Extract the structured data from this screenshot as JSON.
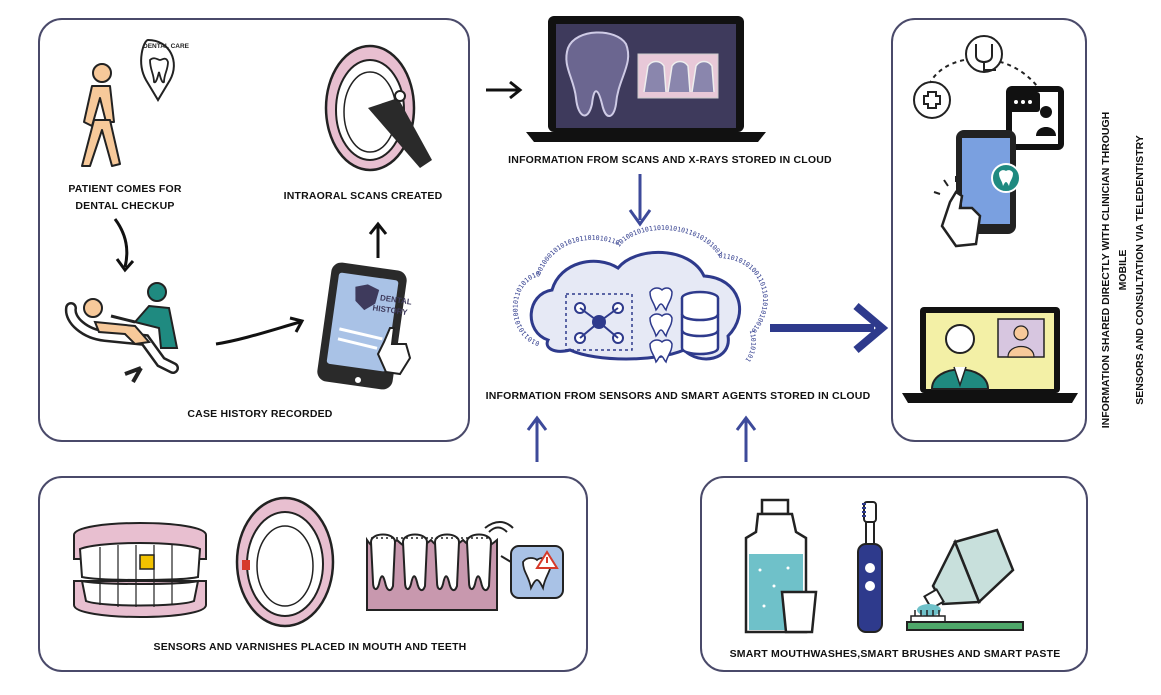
{
  "labels": {
    "patient_comes": "PATIENT COMES FOR",
    "dental_checkup": "DENTAL CHECKUP",
    "intraoral_scans": "INTRAORAL  SCANS CREATED",
    "case_history": "CASE HISTORY RECORDED",
    "scans_cloud": "INFORMATION  FROM SCANS AND X-RAYS STORED IN CLOUD",
    "sensors_cloud": "INFORMATION  FROM SENSORS  AND  SMART AGENTS STORED IN CLOUD",
    "sensors_varnishes": "SENSORS  AND  VARNISHES PLACED  IN MOUTH  AND  TEETH",
    "smart_products": "SMART  MOUTHWASHES,SMART   BRUSHES AND SMART PASTE",
    "teledentistry_line1": "INFORMATION  SHARED  DIRECTLY   WITH CLINICIAN  THROUGH  MOBILE",
    "teledentistry_line2": "SENSORS AND CONSULTATION VIA TELEDENTISTRY"
  },
  "badges": {
    "dental_care": "DENTAL CARE",
    "dental_history_1": "DENTAL",
    "dental_history_2": "HISTORY"
  },
  "binary": {
    "cloud_ring": "0101101010010110101010001000101010101101010110101001010110101010110101010010110101010011011010101001011010101"
  },
  "colors": {
    "navy": "#2e3a8c",
    "arrow_blue": "#3d4a9a",
    "skin": "#f7c99a",
    "teal": "#1f8a80",
    "gum_pink": "#e8bfd0",
    "screen_dark": "#3e3a5c",
    "cloud_fill": "#e6e9f5",
    "mouthwash": "#6fc1c9"
  }
}
